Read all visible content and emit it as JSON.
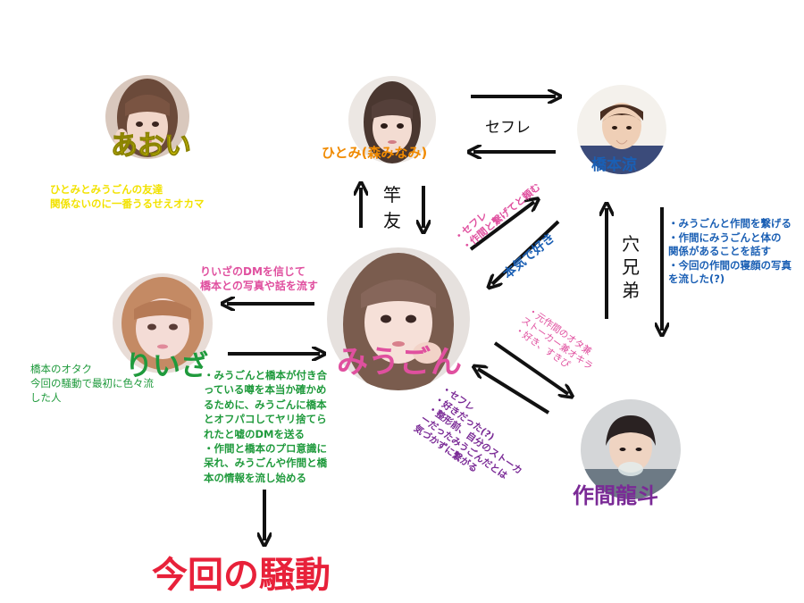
{
  "people": {
    "aoi": {
      "name": "あおい"
    },
    "hitomi": {
      "name": "ひとみ(森みなみ)"
    },
    "hashimoto": {
      "name": "橋本涼"
    },
    "riiza": {
      "name": "りいざ"
    },
    "miugon": {
      "name": "みうごん"
    },
    "sakuma": {
      "name": "作間龍斗"
    }
  },
  "relations": {
    "sefure_top": "セフレ",
    "kanyu_1": "竿",
    "kanyu_2": "友",
    "honki_suki": "本気で好き",
    "anakyodai_1": "穴",
    "anakyodai_2": "兄",
    "anakyodai_3": "弟"
  },
  "notes": {
    "aoi": "ひとみとみうごんの友達\n関係ないのに一番うるせえオカマ",
    "miugon_to_hashimoto": "・セフレ\n・作間と繋げてと頼む",
    "hashimoto_to_miugon": "・みうごんと作間を繋げる\n・作間にみうごんと体の\n  関係があることを話す\n・今回の作間の寝顔の写真\n  を流した(?)",
    "riiza_action": "りいざのDMを信じて\n橋本との写真や話を流す",
    "riiza_profile": "橋本のオタク\n今回の騒動で最初に色々流\nした人",
    "riiza_to_miugon": "・みうごんと橋本が付き合\nっている噂を本当か確かめ\nるために、みうごんに橋本\nとオフパコしてヤリ捨てら\nれたと嘘のDMを送る\n・作間と橋本のプロ意識に\n呆れ、みうごんや作間と橋\n本の情報を流し始める",
    "miugon_to_sakuma": "・元作間のオタ兼\nストーカー兼オキラ\n・好き、すきぴ",
    "sakuma_to_miugon": "・セフレ\n・好きだった(?)\n・整形前、自分のストーカ\nーだったみうごんだとは\n気づかずに繋がる"
  },
  "result": "今回の騒動",
  "colors": {
    "aoi": "#f2e200",
    "hitomi": "#f08a00",
    "hashimoto": "#1a5fb4",
    "riiza": "#1f9a3c",
    "miugon": "#e0509f",
    "sakuma": "#7a2a96",
    "result": "#e8213a"
  }
}
